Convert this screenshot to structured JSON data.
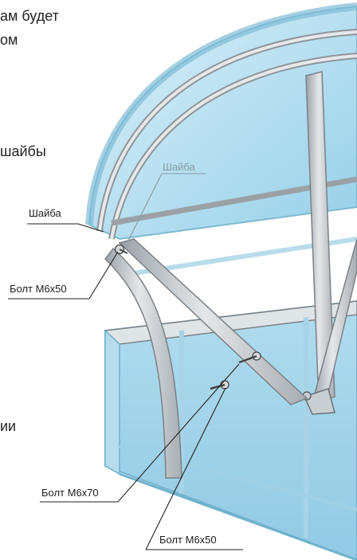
{
  "text_fragments": {
    "line1": "ам будет",
    "line2": "ом",
    "line3": "шайбы",
    "line4": "ии"
  },
  "callouts": {
    "washer_inner": "Шайба",
    "washer_outer": "Шайба",
    "bolt_top": "Болт М6х50",
    "bolt_lower_left": "Болт М6х70",
    "bolt_lower_right": "Болт М6х50"
  },
  "colors": {
    "panel_fill": "#bfe3f2",
    "panel_edge": "#6fb2cc",
    "metal": "#c9ced2",
    "metal_edge": "#7b8287",
    "leader": "#222222"
  }
}
